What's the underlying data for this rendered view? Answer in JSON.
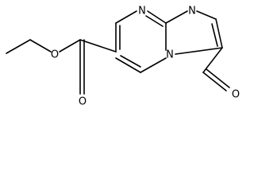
{
  "molecule": {
    "atoms": {
      "o_ether": "O",
      "o_carbonyl": "O",
      "n_pyrimidine": "N",
      "n_imidazole": "N",
      "n_bridge": "N",
      "o_aldehyde": "O"
    }
  }
}
